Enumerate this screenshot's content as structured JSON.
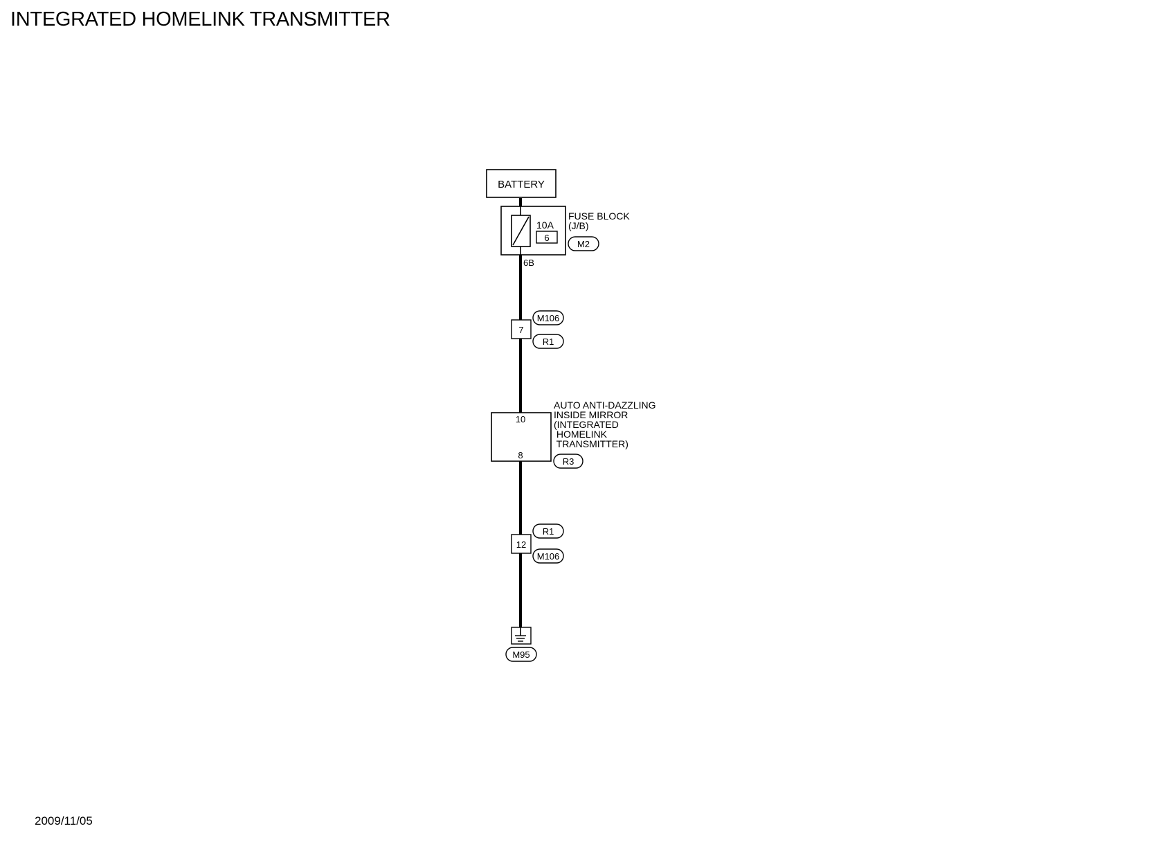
{
  "title": "INTEGRATED HOMELINK TRANSMITTER",
  "date": "2009/11/05",
  "battery": {
    "label": "BATTERY"
  },
  "fuse_block": {
    "name_line1": "FUSE BLOCK",
    "name_line2": "(J/B)",
    "rating": "10A",
    "fuse_number": "6",
    "connector": "M2",
    "output_terminal": "6B"
  },
  "joint_upper": {
    "terminal": "7",
    "connector_top": "M106",
    "connector_bottom": "R1"
  },
  "mirror": {
    "name_lines": [
      "AUTO ANTI-DAZZLING",
      "INSIDE MIRROR",
      "(INTEGRATED",
      " HOMELINK",
      " TRANSMITTER)"
    ],
    "terminal_in": "10",
    "terminal_out": "8",
    "connector": "R3"
  },
  "joint_lower": {
    "terminal": "12",
    "connector_top": "R1",
    "connector_bottom": "M106"
  },
  "ground": {
    "connector": "M95"
  }
}
